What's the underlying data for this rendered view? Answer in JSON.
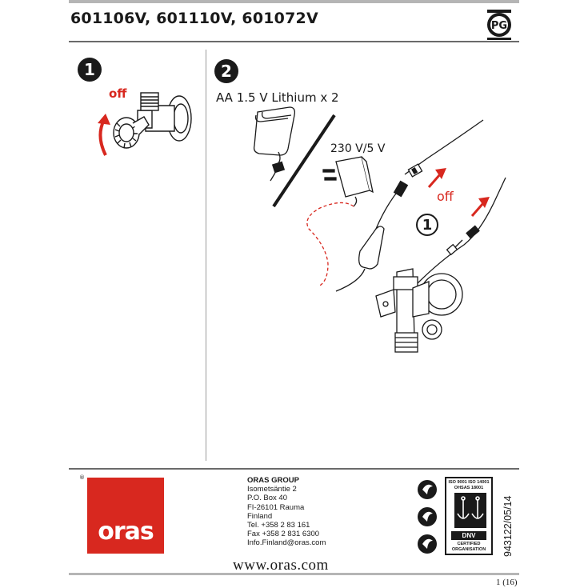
{
  "header": {
    "title": "601106V, 601110V, 601072V",
    "certification_mark_icon": "pct-certification-mark-icon"
  },
  "step1": {
    "number": "1",
    "off_label": "off"
  },
  "step2": {
    "number": "2",
    "battery_label": "AA 1.5 V Lithium x 2",
    "adapter_label": "230 V/5 V",
    "off_label": "off",
    "ref_number": "1"
  },
  "footer": {
    "logo_text": "oras",
    "registered_mark": "®",
    "address_lines": [
      "ORAS GROUP",
      "Isometsäntie 2",
      "P.O. Box 40",
      "FI-26101 Rauma",
      "Finland",
      "Tel. +358 2 83 161",
      "Fax +358 2 831 6300",
      "Info.Finland@oras.com"
    ],
    "cert_top": [
      "ISO 9001   ISO 14001",
      "OHSAS 18001"
    ],
    "cert_dnv": "DNV",
    "cert_bottom": [
      "CERTIFIED",
      "ORGANISATION"
    ],
    "doc_code": "943122/05/14",
    "website": "www.oras.com",
    "page_number": "1 (16)"
  },
  "colors": {
    "brand_red": "#d8281f",
    "text": "#1a1a1a"
  }
}
